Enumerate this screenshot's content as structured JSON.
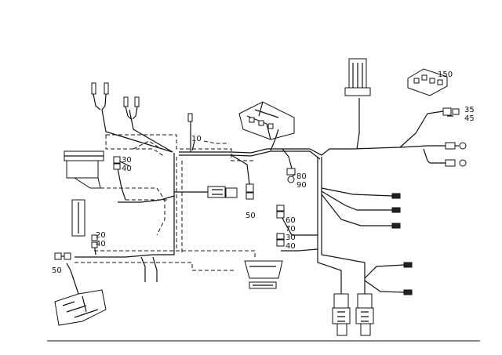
{
  "callouts": {
    "c10": "10",
    "c30_40_a": [
      "30",
      "40"
    ],
    "c20_40": [
      "20",
      "40"
    ],
    "c50_left": "50",
    "c50_mid": "50",
    "c80_90": [
      "80",
      "90"
    ],
    "c60_70": [
      "60",
      "70"
    ],
    "c30_40_b": [
      "30",
      "40"
    ],
    "c150": "150",
    "c35_45": [
      "35",
      "45"
    ]
  }
}
